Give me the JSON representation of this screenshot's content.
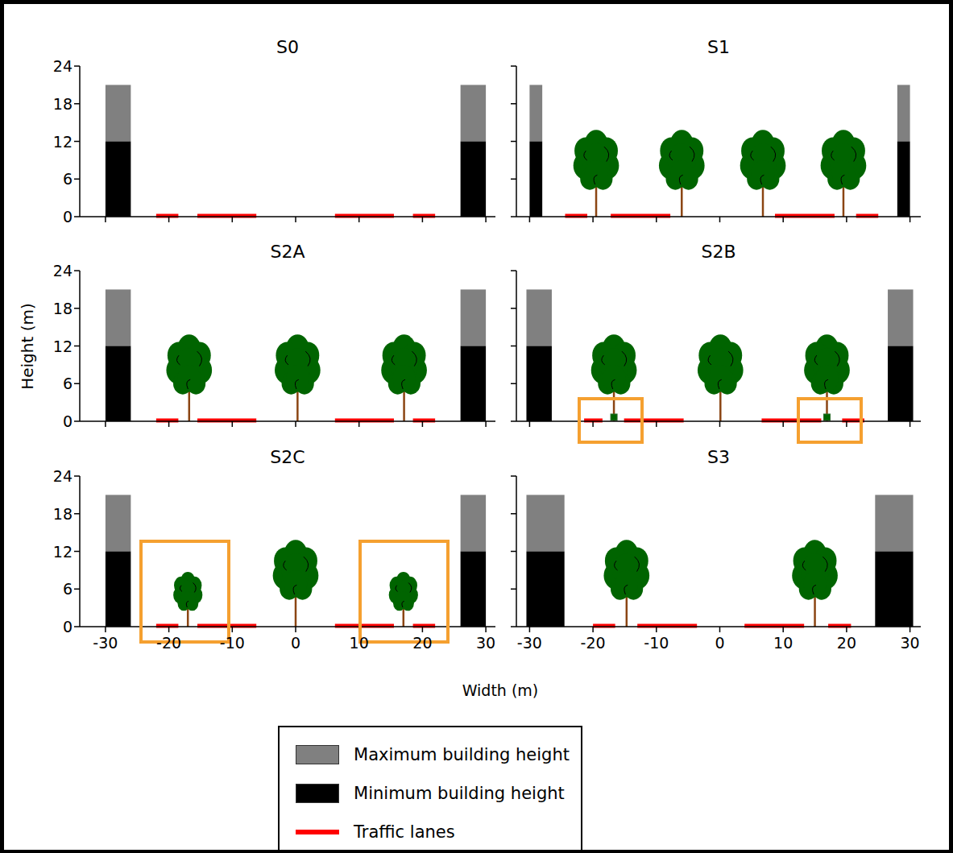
{
  "diagram": {
    "nodes": [
      {
        "text": [
          "S0"
        ]
      },
      {
        "text": [
          "S1"
        ]
      },
      {
        "text": [
          "S2A"
        ]
      },
      {
        "text": [
          "S2B"
        ]
      },
      {
        "text": [
          "S2C"
        ]
      },
      {
        "text": [
          "S3"
        ]
      }
    ],
    "labels": [
      "24",
      "18",
      "12",
      "6",
      "0",
      "24",
      "18",
      "12",
      "6",
      "0",
      "24",
      "18",
      "12",
      "6",
      "0",
      "-30",
      "-20",
      "-10",
      "0",
      "10",
      "20",
      "30",
      "-30",
      "-20",
      "-10",
      "0",
      "10",
      "20",
      "30",
      "Height (m)",
      "Width (m)"
    ],
    "legend": [
      {
        "text": "Maximum building height",
        "color": "#808080"
      },
      {
        "text": "Minimum building height",
        "color": "#000000"
      },
      {
        "text": "Traffic lanes"
      }
    ]
  }
}
